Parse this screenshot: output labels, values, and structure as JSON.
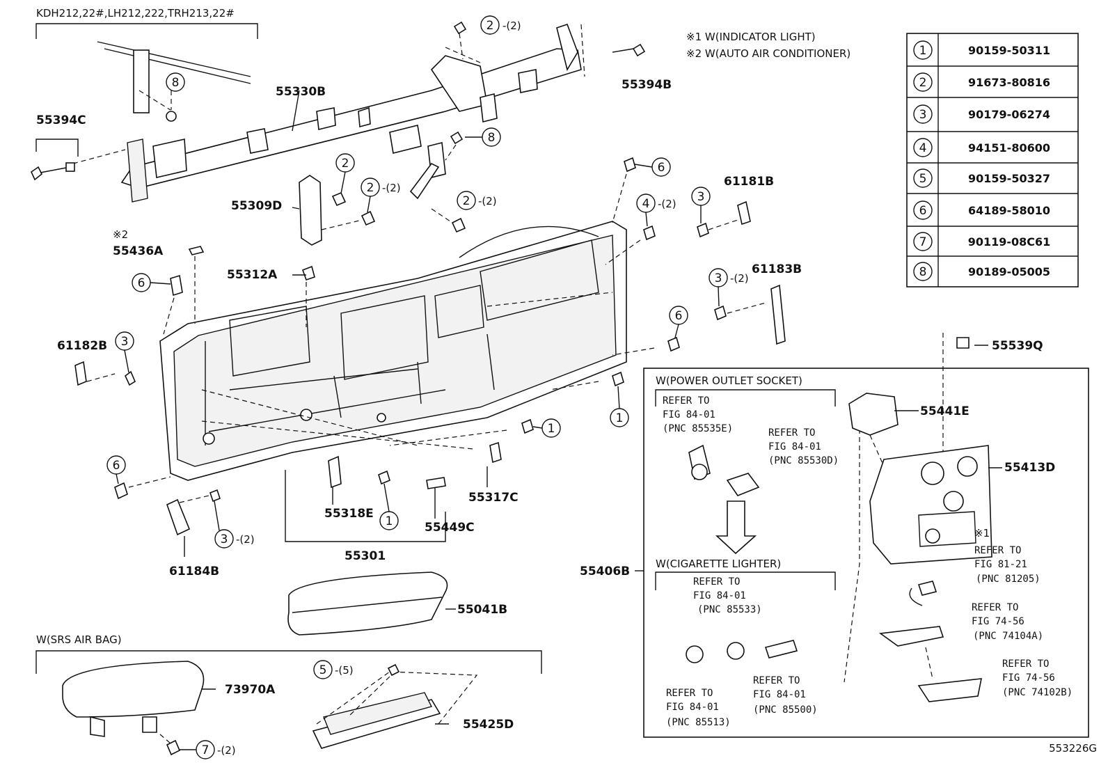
{
  "applicability": "KDH212,22#,LH212,222,TRH213,22#",
  "notes": [
    "※1 W(INDICATOR LIGHT)",
    "※2 W(AUTO AIR CONDITIONER)"
  ],
  "figure_code": "553226G",
  "parts_table": [
    {
      "num": "1",
      "part": "90159-50311"
    },
    {
      "num": "2",
      "part": "91673-80816"
    },
    {
      "num": "3",
      "part": "90179-06274"
    },
    {
      "num": "4",
      "part": "94151-80600"
    },
    {
      "num": "5",
      "part": "90159-50327"
    },
    {
      "num": "6",
      "part": "64189-58010"
    },
    {
      "num": "7",
      "part": "90119-08C61"
    },
    {
      "num": "8",
      "part": "90189-05005"
    }
  ],
  "part_labels": {
    "p55330B": "55330B",
    "p55394B": "55394B",
    "p55394C": "55394C",
    "p55309D": "55309D",
    "p61181B": "61181B",
    "p55436A": "55436A",
    "p55312A": "55312A",
    "p61183B": "61183B",
    "p61182B": "61182B",
    "p55539Q": "55539Q",
    "p55441E": "55441E",
    "p55413D": "55413D",
    "p55317C": "55317C",
    "p55318E": "55318E",
    "p55449C": "55449C",
    "p55301": "55301",
    "p61184B": "61184B",
    "p55406B": "55406B",
    "p55041B": "55041B",
    "p73970A": "73970A",
    "p55425D": "55425D"
  },
  "markers": {
    "m1": "※2",
    "m2": "※1"
  },
  "callout_qty": {
    "q2": "-(2)",
    "q5": "-(5)"
  },
  "sections": {
    "power_outlet": "W(POWER OUTLET SOCKET)",
    "cig_lighter": "W(CIGARETTE LIGHTER)",
    "srs_airbag": "W(SRS AIR BAG)"
  },
  "refs": {
    "r1": [
      "REFER TO",
      "FIG 84-01",
      "(PNC 85535E)"
    ],
    "r2": [
      "REFER TO",
      "FIG 84-01",
      "(PNC 85530D)"
    ],
    "r3": [
      "REFER TO",
      "FIG 84-01",
      "(PNC 85533)"
    ],
    "r4": [
      "REFER TO",
      "FIG 84-01",
      "(PNC 85513)"
    ],
    "r5": [
      "REFER TO",
      "FIG 84-01",
      "(PNC 85500)"
    ],
    "r6": [
      "REFER TO",
      "FIG 81-21",
      "(PNC 81205)"
    ],
    "r7": [
      "REFER TO",
      "FIG 74-56",
      "(PNC 74104A)"
    ],
    "r8": [
      "REFER TO",
      "FIG 74-56",
      "(PNC 74102B)"
    ]
  }
}
